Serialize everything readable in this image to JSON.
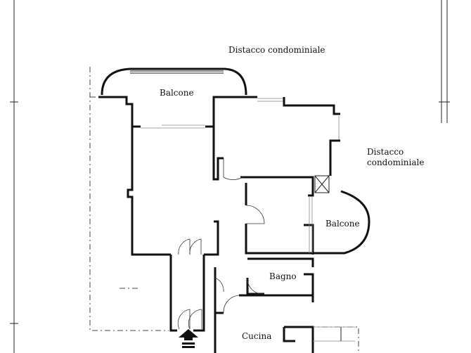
{
  "labels": {
    "distacco_top": "Distacco condominiale",
    "distacco_right_1": "Distacco",
    "distacco_right_2": "condominiale",
    "balcone_top": "Balcone",
    "balcone_right": "Balcone",
    "bagno": "Bagno",
    "cucina": "Cucina"
  },
  "icons": {
    "entrance": "entrance-arrow-icon"
  },
  "colors": {
    "wall": "#111111",
    "background": "#ffffff"
  }
}
